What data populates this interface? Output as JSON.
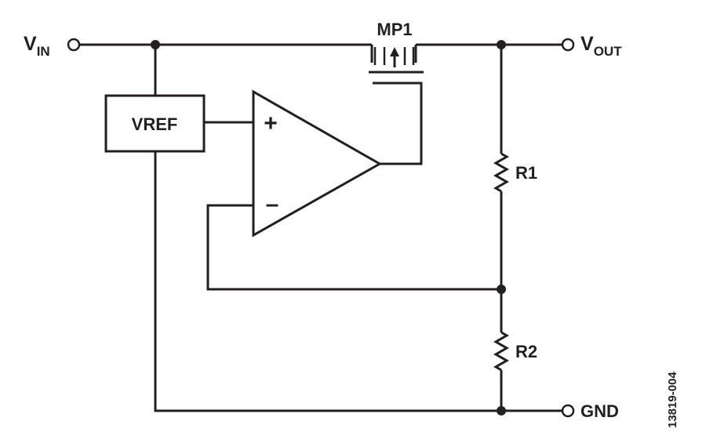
{
  "diagram": {
    "terminals": {
      "vin": {
        "main": "V",
        "sub": "IN"
      },
      "vout": {
        "main": "V",
        "sub": "OUT"
      },
      "gnd": {
        "label": "GND"
      }
    },
    "components": {
      "vref": "VREF",
      "mosfet": "MP1",
      "r1": "R1",
      "r2": "R2",
      "opamp_plus": "+",
      "opamp_minus": "–"
    },
    "figure_id": "13819-004",
    "colors": {
      "ink": "#231f20",
      "background": "#ffffff"
    }
  }
}
